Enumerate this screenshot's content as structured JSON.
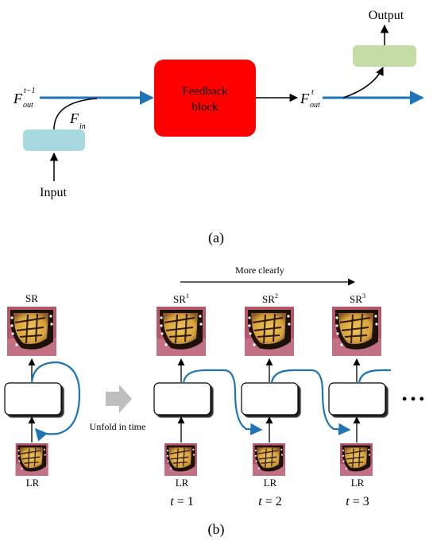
{
  "panel_a": {
    "input_label": "Input",
    "output_label": "Output",
    "feedback_block_line1": "Feedback",
    "feedback_block_line2": "block",
    "f_prev": {
      "base": "F",
      "sup": "t−1",
      "sub": "out"
    },
    "f_in": {
      "base": "F",
      "sub": "in"
    },
    "f_out": {
      "base": "F",
      "sup": "t",
      "sub": "out"
    },
    "caption": "(a)",
    "colors": {
      "feedback_block": "#ff0000",
      "input_block": "#a8d8e0",
      "output_block": "#c5dca6",
      "flow_arrow": "#1f73b7"
    }
  },
  "panel_b": {
    "more_clearly": "More clearly",
    "unfold_label": "Unfold in time",
    "caption": "(b)",
    "ellipsis": "• • •",
    "left": {
      "top_label": "SR",
      "bottom_label": "LR"
    },
    "steps": [
      {
        "sr_base": "SR",
        "sr_sup": "1",
        "lr": "LR",
        "t_var": "t",
        "t_eq": " = 1"
      },
      {
        "sr_base": "SR",
        "sr_sup": "2",
        "lr": "LR",
        "t_var": "t",
        "t_eq": " = 2"
      },
      {
        "sr_base": "SR",
        "sr_sup": "3",
        "lr": "LR",
        "t_var": "t",
        "t_eq": " = 3"
      }
    ]
  }
}
